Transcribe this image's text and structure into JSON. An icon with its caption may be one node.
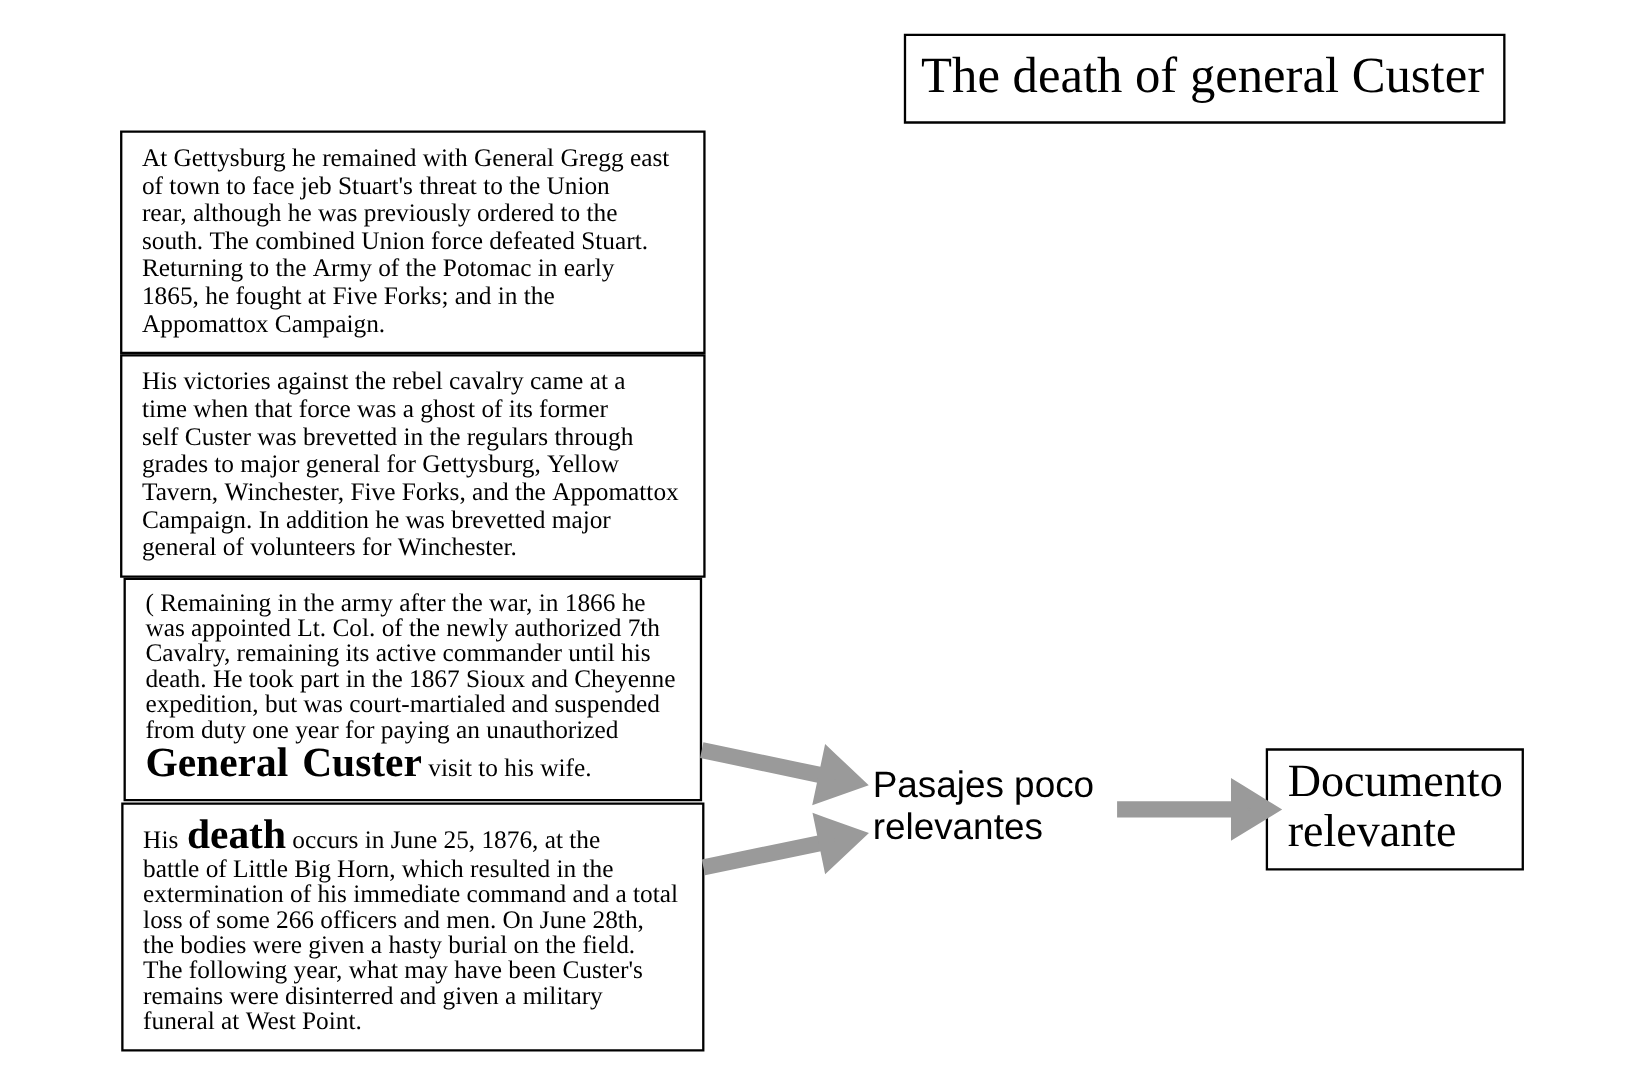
{
  "diagram": {
    "title": "The death of general Custer",
    "nodes": [
      {
        "text": [
          "At Gettysburg he remained with General Gregg east of town to face jeb Stuart's threat to the Union rear, although he was previously ordered to the south. The combined Union force defeated Stuart. Returning to the Army of the Potomac in early 1865, he fought at Five Forks; and in the Appomattox Campaign."
        ]
      },
      {
        "text": [
          "His victories against the rebel cavalry came at a time when that force was a ghost of its former self Custer was brevetted in the regulars through grades to major general for Gettysburg, Yellow Tavern, Winchester, Five Forks, and the Appomattox Campaign. In addition he was brevetted major general of volunteers for Winchester."
        ]
      },
      {
        "text": [
          "( Remaining in the army after the war, in 1866 he was appointed Lt. Col. of the newly authorized 7th Cavalry, remaining its active commander until his death. He took part in the 1867 Sioux and Cheyenne expedition, but was court-martialed and suspended from duty one year for paying an unauthorized **General Custer** visit to his wife."
        ]
      },
      {
        "text": [
          "His **death** occurs in June 25, 1876, at the battle of Little Big Horn, which resulted in the extermination of his immediate command and a total loss of some 266 officers and men. On June 28th, the bodies were given a hasty burial on the field. The following year, what may have been Custer's remains were disinterred and given a military funeral at West Point."
        ]
      },
      {
        "text": [
          "Pasajes poco relevantes"
        ]
      },
      {
        "text": [
          "Documento relevante"
        ]
      }
    ],
    "edges": [
      {
        "from": 2,
        "to": 4,
        "arrow": "to"
      },
      {
        "from": 3,
        "to": 4,
        "arrow": "to"
      },
      {
        "from": 4,
        "to": 5,
        "arrow": "to"
      }
    ]
  }
}
